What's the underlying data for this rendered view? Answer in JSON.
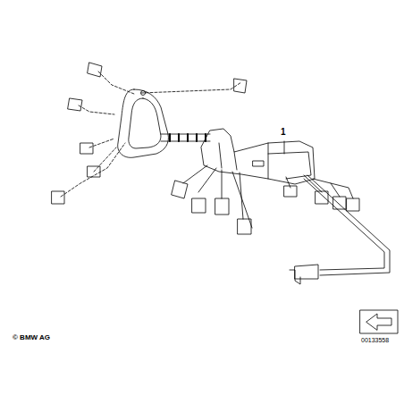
{
  "diagram": {
    "labels": [
      "1",
      "© BMW AG",
      "00133558"
    ]
  }
}
